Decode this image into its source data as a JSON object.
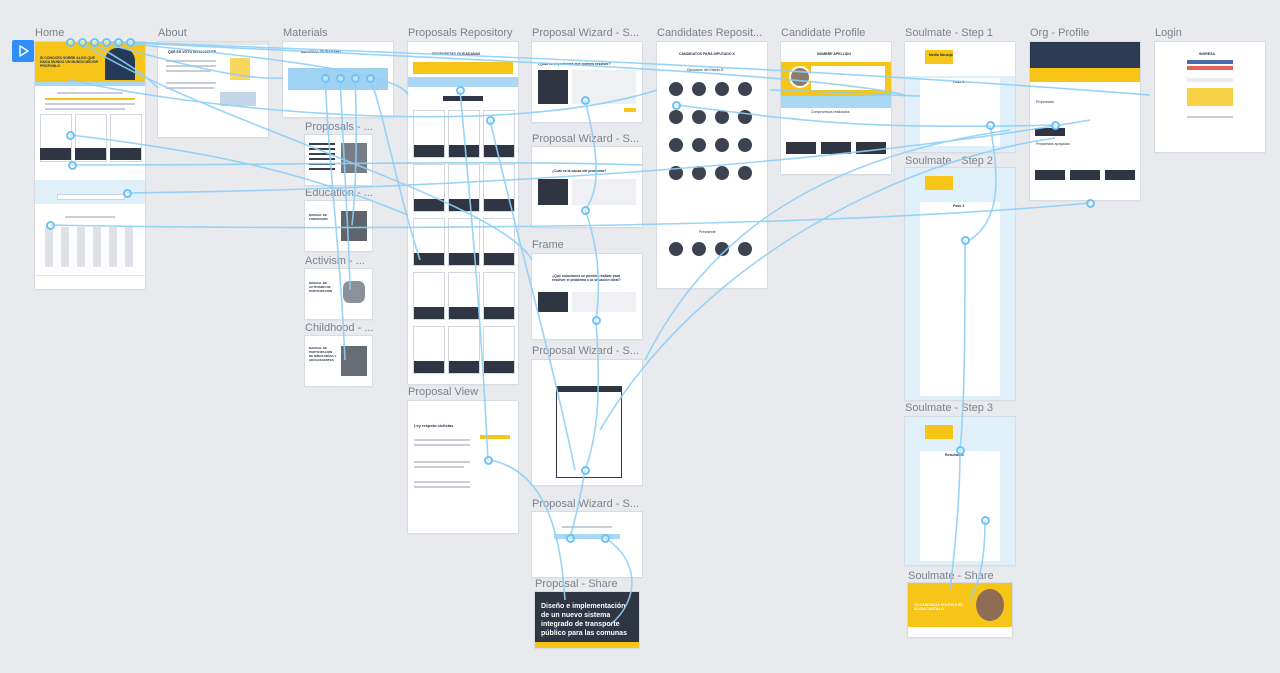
{
  "app": {
    "tool": "prototype-canvas",
    "accent": "#2f8ef7",
    "wire_color": "#8fd0f7"
  },
  "toolbar": {
    "play_icon": "play-icon"
  },
  "frames": [
    {
      "id": "home",
      "label": "Home"
    },
    {
      "id": "about",
      "label": "About"
    },
    {
      "id": "materials",
      "label": "Materials"
    },
    {
      "id": "proposals-repo",
      "label": "Proposals Repository"
    },
    {
      "id": "wizard-1",
      "label": "Proposal Wizard - S..."
    },
    {
      "id": "candidates-repo",
      "label": "Candidates Reposit..."
    },
    {
      "id": "candidate-profile",
      "label": "Candidate Profile"
    },
    {
      "id": "soulmate-1",
      "label": "Soulmate - Step 1"
    },
    {
      "id": "org-profile",
      "label": "Org - Profile"
    },
    {
      "id": "login",
      "label": "Login"
    },
    {
      "id": "proposals-sub",
      "label": "Proposals - ..."
    },
    {
      "id": "wizard-2",
      "label": "Proposal Wizard - S..."
    },
    {
      "id": "soulmate-2",
      "label": "Soulmate - Step 2"
    },
    {
      "id": "education",
      "label": "Education - ..."
    },
    {
      "id": "frame",
      "label": "Frame"
    },
    {
      "id": "activism",
      "label": "Activism - ..."
    },
    {
      "id": "childhood",
      "label": "Childhood - ..."
    },
    {
      "id": "wizard-3",
      "label": "Proposal Wizard - S..."
    },
    {
      "id": "proposal-view",
      "label": "Proposal View"
    },
    {
      "id": "soulmate-3",
      "label": "Soulmate - Step 3"
    },
    {
      "id": "wizard-4",
      "label": "Proposal Wizard - S..."
    },
    {
      "id": "soulmate-share",
      "label": "Soulmate - Share"
    },
    {
      "id": "proposal-share",
      "label": "Proposal - Share"
    }
  ],
  "content": {
    "home_hero": "SI CONOCES SOBRE ALGO QUE HAGA MUNDO UN MUNDO MEJOR PROPONLO",
    "about_title": "QUÉ ES VOTO INTELIGENTE",
    "materials_title": "MATERIAL CIUDADANO",
    "proposals_title": "PROPUESTAS CIUDADANAS",
    "wizard_q1": "¿Qual es el problema que quieres resolver?",
    "wizard_q2": "¿Cuál es la causa del problema?",
    "wizard_q3": "¿Qué soluciones se pueden realizar para resolver el problema o la situación ideal?",
    "candidates_title": "CANDIDATOS PARA DIPUTADO X",
    "candidates_sub": "Diputados del Distrito 8",
    "candidates_sub2": "Presidente",
    "profile_title": "NOMBRE APELLIDO",
    "profile_sub": "Compromisos realizados",
    "soulmate1_title": "Paso 1",
    "soulmate2_title": "Paso 2",
    "soulmate3_title": "Resultados",
    "soulmate_brand": "Media Naranja",
    "org_title": "Organización",
    "org_sub1": "Propuestas",
    "org_sub2": "Propuestas apoyadas",
    "login_title": "INGRESA",
    "proposal_view_title": "Ley respeto ciclistas",
    "share_headline": "Diseño e implementación de un nuevo sistema integrado de transporte público para las comunas",
    "soulmate_share_headline": "TU CANDIDATA POLÍTICA ES ALICIA CASTILLO",
    "education_card": "MANUAL DE FORMACIÓN",
    "activism_card": "MANUAL DE ACTIVISMO DE PARTICIPACIÓN",
    "childhood_card": "MANUAL DE PARTICIPACIÓN DE NIÑOS NIÑAS Y ADOLESCENTES"
  }
}
